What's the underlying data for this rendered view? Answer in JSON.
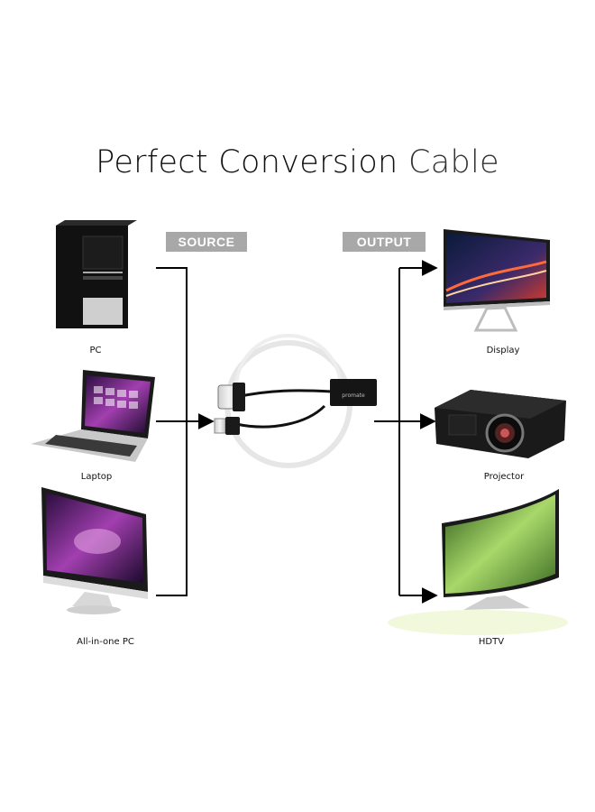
{
  "title": {
    "main": "Perfect Conversion",
    "suffix": "Cable"
  },
  "tags": {
    "source": "SOURCE",
    "output": "OUTPUT"
  },
  "sources": [
    {
      "label": "PC"
    },
    {
      "label": "Laptop"
    },
    {
      "label": "All-in-one PC"
    }
  ],
  "outputs": [
    {
      "label": "Display"
    },
    {
      "label": "Projector"
    },
    {
      "label": "HDTV"
    }
  ],
  "adapter": {
    "brand": "promate"
  },
  "colors": {
    "line": "#000000",
    "tag_bg": "#a8a8a8",
    "ring": "#e6e6e6"
  }
}
